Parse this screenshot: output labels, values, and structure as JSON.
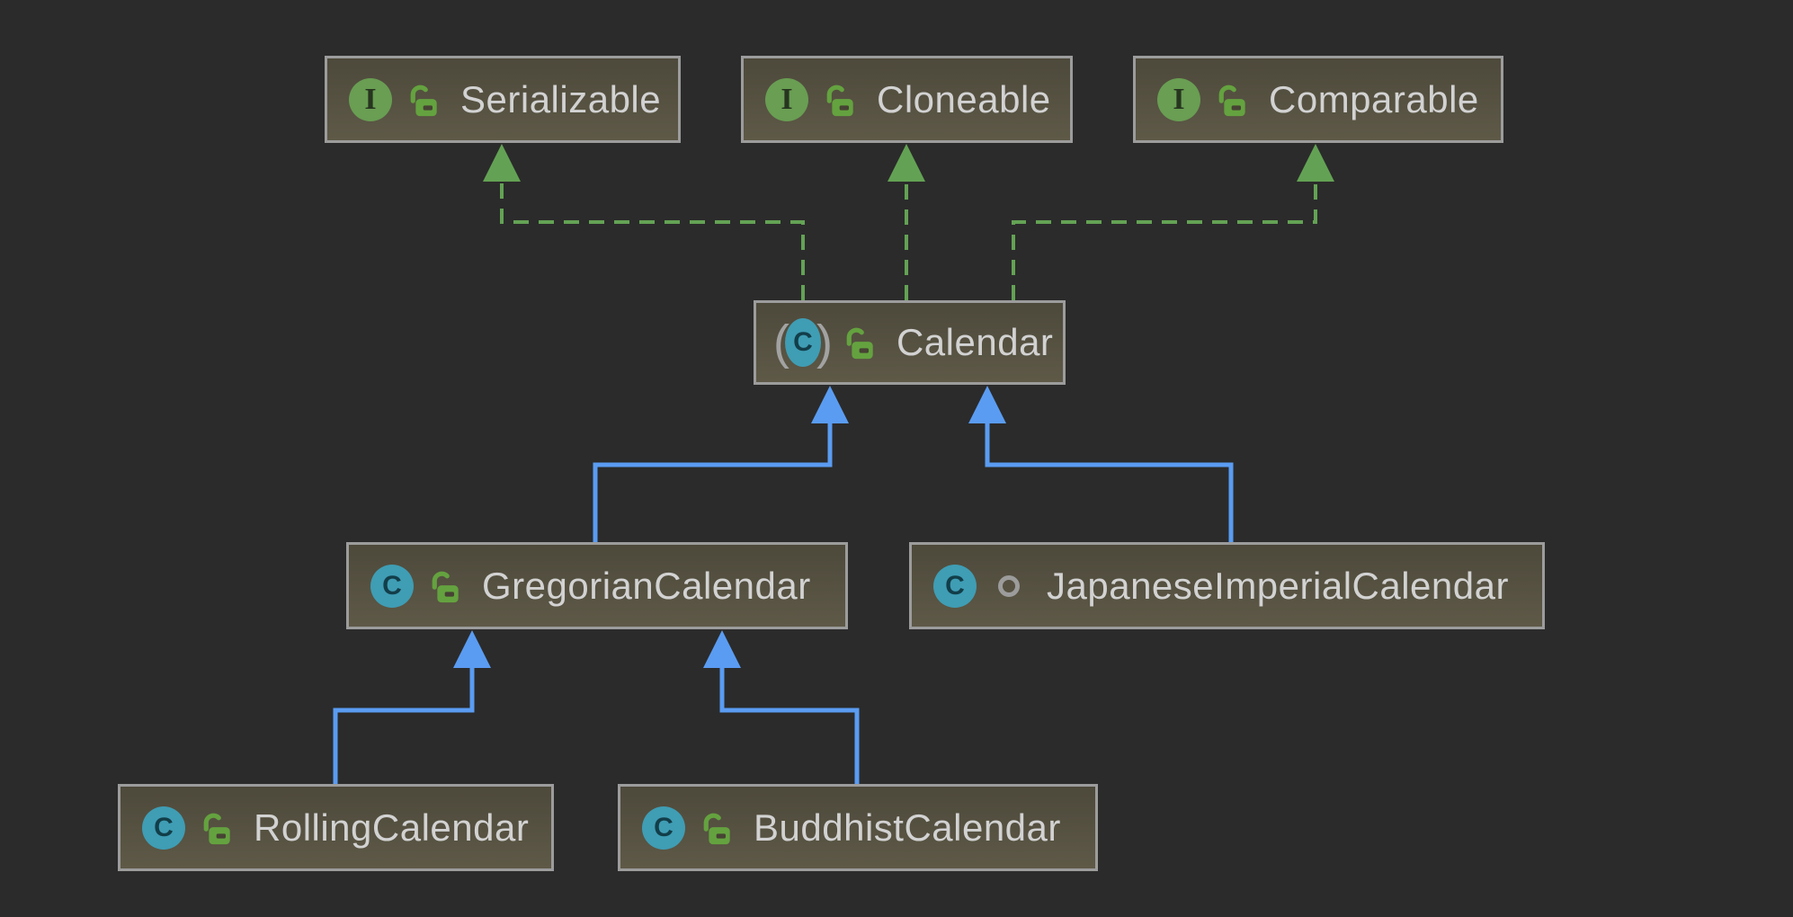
{
  "diagram": {
    "nodes": [
      {
        "id": "serializable",
        "label": "Serializable",
        "stereotype": "interface",
        "type_icon": "interface-icon",
        "visibility": "public",
        "visibility_icon": "open-padlock-icon"
      },
      {
        "id": "cloneable",
        "label": "Cloneable",
        "stereotype": "interface",
        "type_icon": "interface-icon",
        "visibility": "public",
        "visibility_icon": "open-padlock-icon"
      },
      {
        "id": "comparable",
        "label": "Comparable",
        "stereotype": "interface",
        "type_icon": "interface-icon",
        "visibility": "public",
        "visibility_icon": "open-padlock-icon"
      },
      {
        "id": "calendar",
        "label": "Calendar",
        "stereotype": "abstract-class",
        "type_icon": "abstract-class-icon",
        "visibility": "public",
        "visibility_icon": "open-padlock-icon"
      },
      {
        "id": "gregorian-calendar",
        "label": "GregorianCalendar",
        "stereotype": "class",
        "type_icon": "class-icon",
        "visibility": "public",
        "visibility_icon": "open-padlock-icon"
      },
      {
        "id": "japanese-imperial-calendar",
        "label": "JapaneseImperialCalendar",
        "stereotype": "class",
        "type_icon": "class-icon",
        "visibility": "package-private",
        "visibility_icon": "package-private-circle-icon"
      },
      {
        "id": "rolling-calendar",
        "label": "RollingCalendar",
        "stereotype": "class",
        "type_icon": "class-icon",
        "visibility": "public",
        "visibility_icon": "open-padlock-icon"
      },
      {
        "id": "buddhist-calendar",
        "label": "BuddhistCalendar",
        "stereotype": "class",
        "type_icon": "class-icon",
        "visibility": "public",
        "visibility_icon": "open-padlock-icon"
      }
    ],
    "edges": [
      {
        "from": "calendar",
        "to": "serializable",
        "type": "implements",
        "style": "dashed-green-arrow"
      },
      {
        "from": "calendar",
        "to": "cloneable",
        "type": "implements",
        "style": "dashed-green-arrow"
      },
      {
        "from": "calendar",
        "to": "comparable",
        "type": "implements",
        "style": "dashed-green-arrow"
      },
      {
        "from": "gregorian-calendar",
        "to": "calendar",
        "type": "extends",
        "style": "solid-blue-arrow"
      },
      {
        "from": "japanese-imperial-calendar",
        "to": "calendar",
        "type": "extends",
        "style": "solid-blue-arrow"
      },
      {
        "from": "rolling-calendar",
        "to": "gregorian-calendar",
        "type": "extends",
        "style": "solid-blue-arrow"
      },
      {
        "from": "buddhist-calendar",
        "to": "gregorian-calendar",
        "type": "extends",
        "style": "solid-blue-arrow"
      }
    ],
    "icons": {
      "interface_letter": "I",
      "class_letter": "C",
      "abstract_paren_left": "(",
      "abstract_paren_right": ")"
    },
    "colors": {
      "background": "#2b2b2b",
      "node_fill_top": "#4d493b",
      "node_fill_bottom": "#5e5947",
      "node_border": "#9c9c9c",
      "node_text": "#d2d2d2",
      "interface_icon_green": "#699e53",
      "class_icon_teal": "#3f9db4",
      "lock_green": "#64a23f",
      "implements_edge_green": "#63a254",
      "extends_edge_blue": "#5a9cf2"
    }
  }
}
